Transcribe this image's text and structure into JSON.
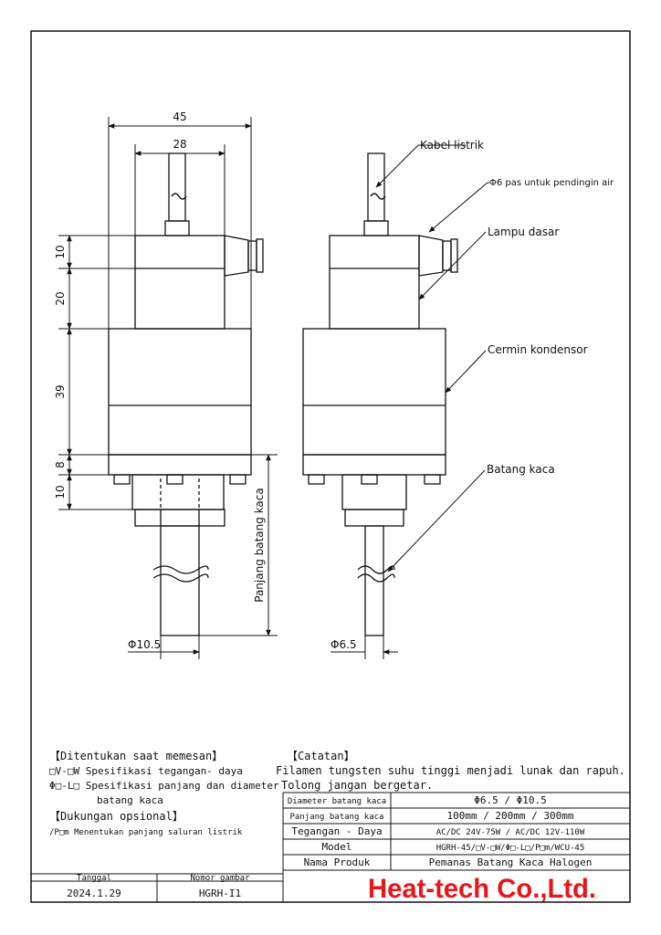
{
  "dimensions": {
    "width_45": "45",
    "width_28": "28",
    "h_10_top": "10",
    "h_20": "20",
    "h_39": "39",
    "h_8": "8",
    "h_10_bottom": "10",
    "rod_length": "Panjang batang kaca",
    "dia_left": "Φ10.5",
    "dia_right": "Φ6.5"
  },
  "callouts": {
    "cable": "Kabel listrik",
    "water_fitting": "Φ6 pas untuk pendingin air",
    "lamp_base": "Lampu dasar",
    "mirror": "Cermin kondensor",
    "glass_rod": "Batang kaca"
  },
  "order_spec": {
    "title": "【Ditentukan saat memesan】",
    "line1": "□V-□W Spesifikasi tegangan- daya",
    "line2": "Φ□-L□ Spesifikasi panjang dan diameter",
    "line3": "batang kaca",
    "optional_title": "【Dukungan opsional】",
    "optional_line": "/P□m Menentukan panjang saluran listrik"
  },
  "notes": {
    "title": "【Catatan】",
    "line1": "Filamen tungsten suhu tinggi menjadi lunak dan rapuh.",
    "line2": "Tolong jangan bergetar."
  },
  "spec_table": [
    {
      "label": "Diameter batang kaca",
      "value": "Φ6.5          /          Φ10.5"
    },
    {
      "label": "Panjang batang kaca",
      "value": "100mm    /    200mm    /    300mm"
    },
    {
      "label": "Tegangan - Daya",
      "value": "AC/DC 24V-75W   /   AC/DC 12V-110W"
    },
    {
      "label": "Model",
      "value": "HGRH-45/□V-□W/Φ□-L□/P□m/WCU-45"
    },
    {
      "label": "Nama Produk",
      "value": "Pemanas Batang Kaca Halogen"
    }
  ],
  "title_block": {
    "date_label": "Tanggal",
    "date_value": "2024.1.29",
    "drawing_no_label": "Nomor gambar",
    "drawing_no_value": "HGRH-I1",
    "company": "Heat-tech Co.,Ltd."
  }
}
